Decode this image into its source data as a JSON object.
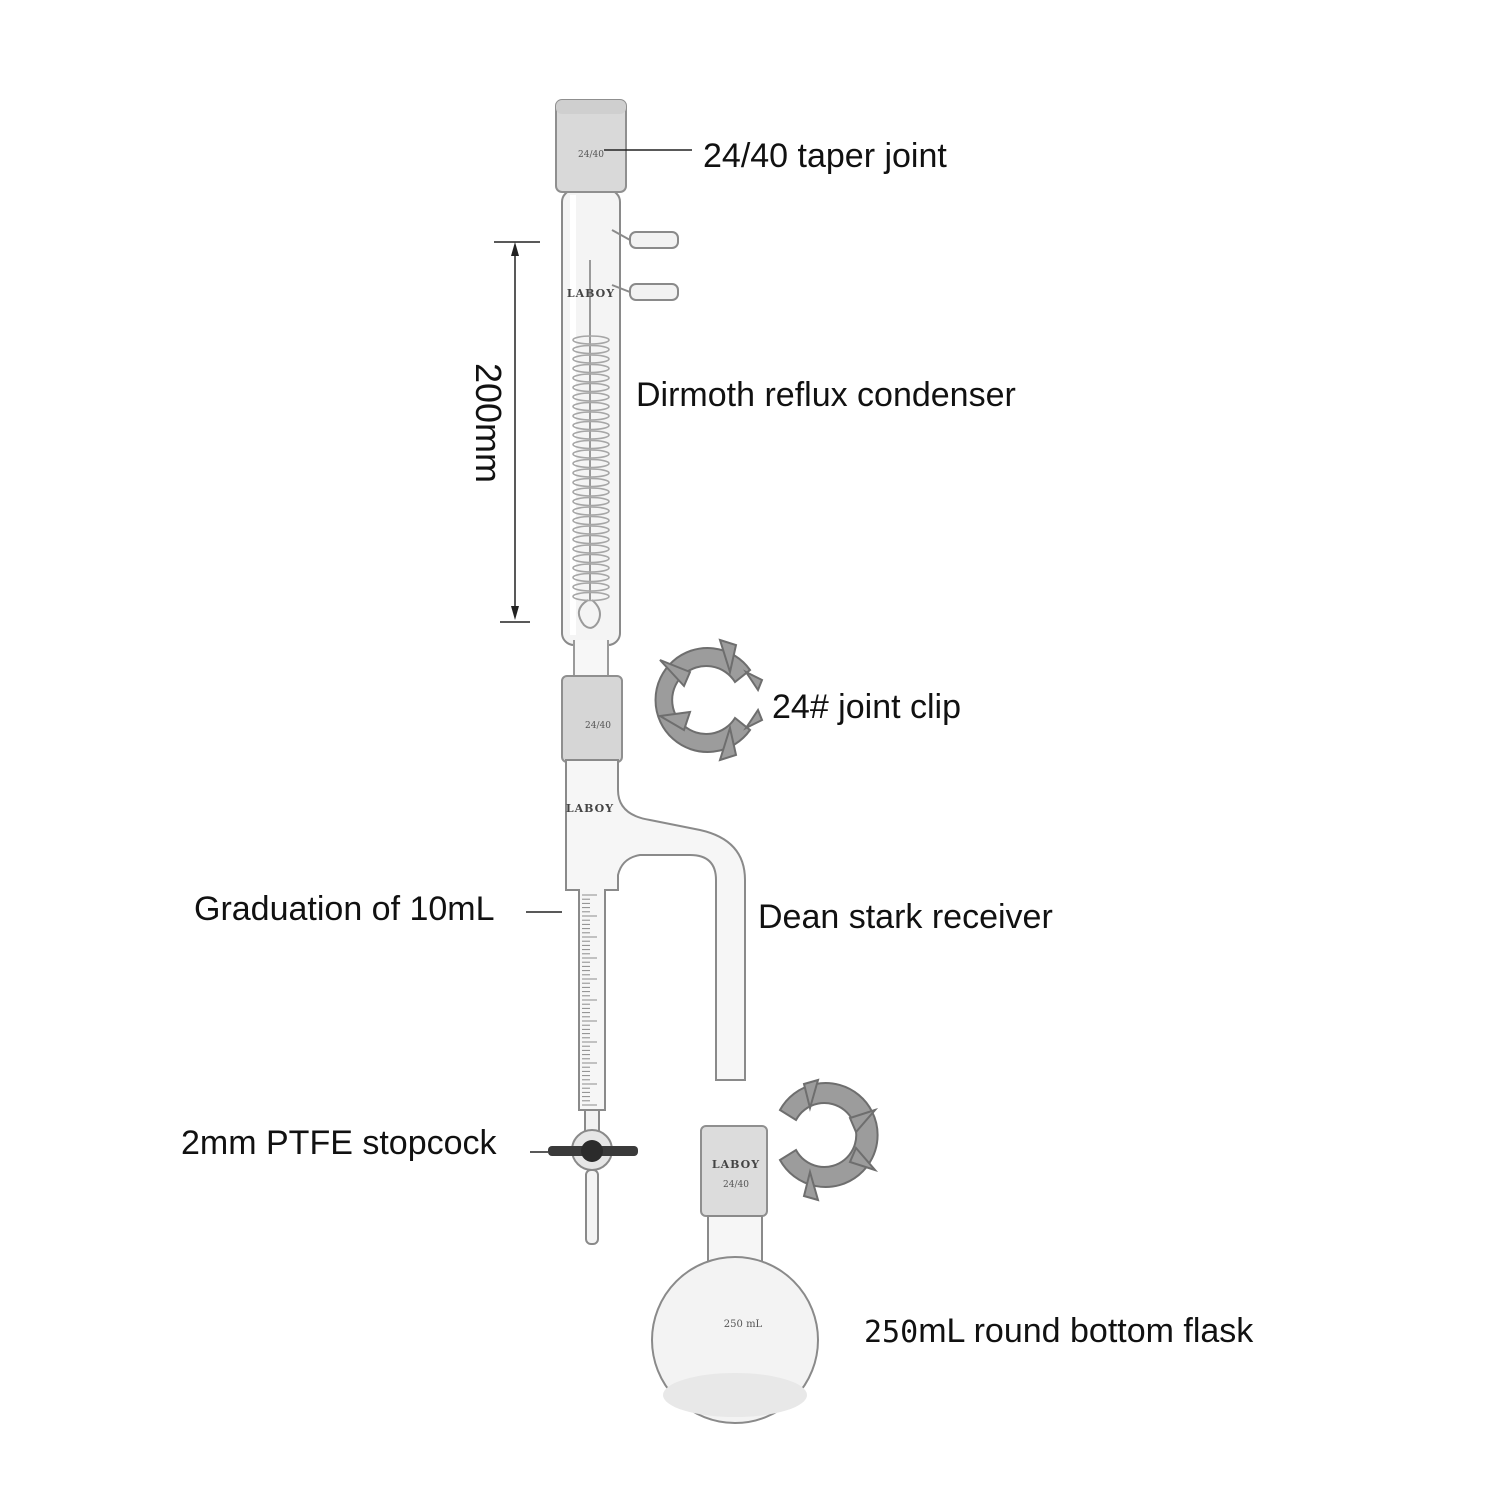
{
  "labels": {
    "taper_joint": "24/40 taper joint",
    "condenser": "Dirmoth reflux condenser",
    "dimension": "200mm",
    "joint_clip": "24# joint clip",
    "graduation": "Graduation of 10mL",
    "receiver": "Dean stark receiver",
    "stopcock": "2mm PTFE stopcock",
    "flask_volume_number": "250",
    "flask_rest": "mL round bottom flask"
  },
  "glass_markings": {
    "joint_size": "24/40",
    "brand": "LABOY",
    "flask_volume": "250 mL"
  },
  "colors": {
    "glass_outline": "#8a8a8a",
    "frosted_joint": "#d9d9d9",
    "clip": "#9c9c9c",
    "stopcock_handle": "#3a3a3a",
    "text": "#111111"
  }
}
